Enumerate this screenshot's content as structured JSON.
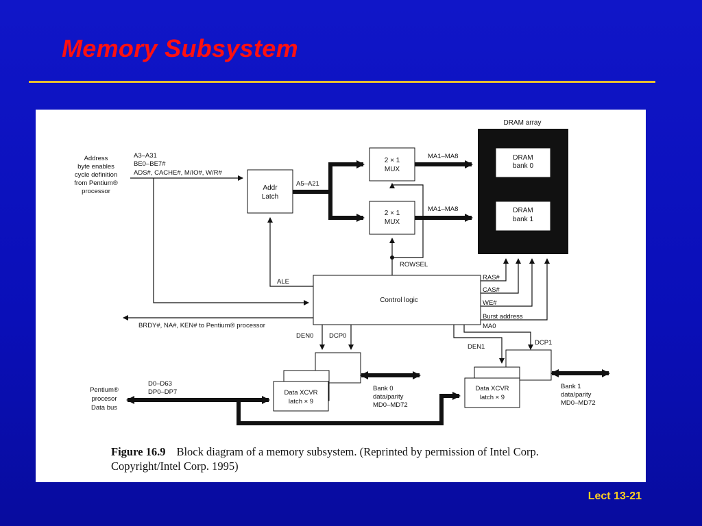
{
  "slide": {
    "title": "Memory Subsystem",
    "footer": "Lect 13-21",
    "accent_color": "#ff1010",
    "rule_color": "#e8c030",
    "background_color": "#0a0fb8"
  },
  "diagram": {
    "dram_array_label": "DRAM array",
    "dram_bank0": [
      "DRAM",
      "bank 0"
    ],
    "dram_bank1": [
      "DRAM",
      "bank 1"
    ],
    "mux_top": [
      "2 × 1",
      "MUX"
    ],
    "mux_bottom": [
      "2 × 1",
      "MUX"
    ],
    "addr_latch": [
      "Addr",
      "Latch"
    ],
    "control_logic": "Control logic",
    "xcvr0": [
      "Data XCVR",
      "latch × 9"
    ],
    "xcvr1": [
      "Data XCVR",
      "latch × 9"
    ],
    "input_desc": [
      "Address",
      "byte enables",
      "cycle definition",
      "from Pentium®",
      "processor"
    ],
    "input_signals": [
      "A3–A31",
      "BE0–BE7#",
      "ADS#, CACHE#, M/IO#, W/R#"
    ],
    "a5_a21": "A5–A21",
    "ma_top": "MA1–MA8",
    "ma_bottom": "MA1–MA8",
    "rowsel": "ROWSEL",
    "ale": "ALE",
    "ras": "RAS#",
    "cas": "CAS#",
    "we": "WE#",
    "burst": "Burst address",
    "ma0": "MA0",
    "brdy": "BRDY#, NA#, KEN# to Pentium® processor",
    "den0": "DEN0",
    "dcp0": "DCP0",
    "den1": "DEN1",
    "dcp1": "DCP1",
    "databus_desc": [
      "Pentium®",
      "procesor",
      "Data bus"
    ],
    "databus_signals": [
      "D0–D63",
      "DP0–DP7"
    ],
    "bank0_desc": [
      "Bank 0",
      "data/parity",
      "MD0–MD72"
    ],
    "bank1_desc": [
      "Bank 1",
      "data/parity",
      "MD0–MD72"
    ]
  },
  "caption": {
    "figure_number": "Figure 16.9",
    "text_line1": "Block diagram of a memory subsystem. (Reprinted by permission of Intel Corp.",
    "text_line2": "Copyright/Intel Corp. 1995)"
  }
}
